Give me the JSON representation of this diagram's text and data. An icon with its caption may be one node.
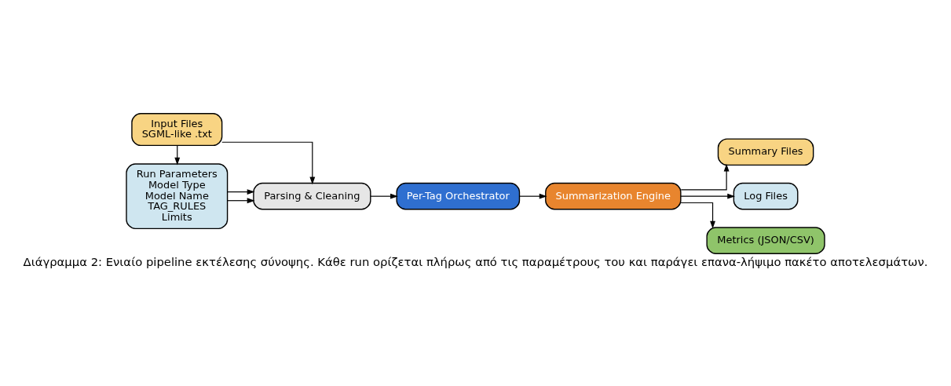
{
  "diagram": {
    "caption": "Διάγραμμα 2: Ενιαίο pipeline εκτέλεσης σύνοψης. Κάθε run ορίζεται πλήρως από τις παραμέτρους του και παράγει επανα-λήψιμο πακέτο αποτελεσμάτων.",
    "nodes": [
      {
        "text": [
          "Input Files",
          "SGML-like .txt"
        ]
      },
      {
        "text": [
          "Run Parameters",
          "Model Type",
          "Model Name",
          "TAG_RULES",
          "Limits"
        ]
      },
      {
        "text": [
          "Parsing & Cleaning"
        ]
      },
      {
        "text": [
          "Per-Tag Orchestrator"
        ]
      },
      {
        "text": [
          "Summarization Engine"
        ]
      },
      {
        "text": [
          "Summary Files"
        ]
      },
      {
        "text": [
          "Log Files"
        ]
      },
      {
        "text": [
          "Metrics (JSON/CSV)"
        ]
      }
    ],
    "edges": [
      {
        "from": 0,
        "to": 1,
        "arrow": "to"
      },
      {
        "from": 0,
        "to": 2,
        "arrow": "to"
      },
      {
        "from": 1,
        "to": 2,
        "arrow": "to"
      },
      {
        "from": 1,
        "to": 2,
        "arrow": "to"
      },
      {
        "from": 2,
        "to": 3,
        "arrow": "to"
      },
      {
        "from": 3,
        "to": 4,
        "arrow": "to"
      },
      {
        "from": 4,
        "to": 5,
        "arrow": "to"
      },
      {
        "from": 4,
        "to": 6,
        "arrow": "to"
      },
      {
        "from": 4,
        "to": 7,
        "arrow": "to"
      }
    ]
  }
}
